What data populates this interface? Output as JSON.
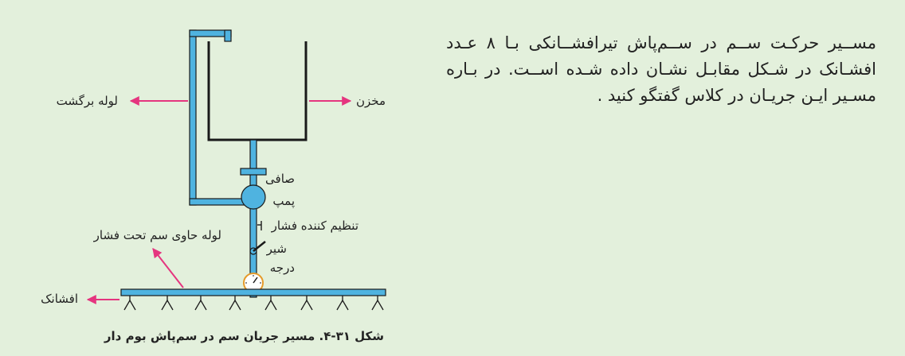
{
  "text": {
    "line1": "مســیر حرکـت ســم در ســم‌پاش تیرافشــانکی بـا ۸",
    "line2": "عـدد افشـانک در شـکل مقابـل نشـان داده شـده",
    "line3": "اســت. در بـاره مسـیر ایـن جریـان در کلاس گفتگو",
    "line4": "کنید ."
  },
  "labels": {
    "tank": "مخزن",
    "return_pipe": "لوله برگشت",
    "filter": "صافی",
    "pump": "پمپ",
    "pressure_regulator": "تنظیم کننده فشار",
    "valve": "شیر",
    "gauge": "درجه",
    "pressure_pipe": "لوله حاوی سم تحت فشار",
    "nozzle": "افشانک"
  },
  "caption": "شکل ۳۱-۴. مسیر جریان سم در سم‌پاش بوم دار",
  "colors": {
    "panel": "#e3f0dc",
    "pipe": "#4fb3e0",
    "outline": "#1a1a1a",
    "arrow": "#e5357f"
  }
}
